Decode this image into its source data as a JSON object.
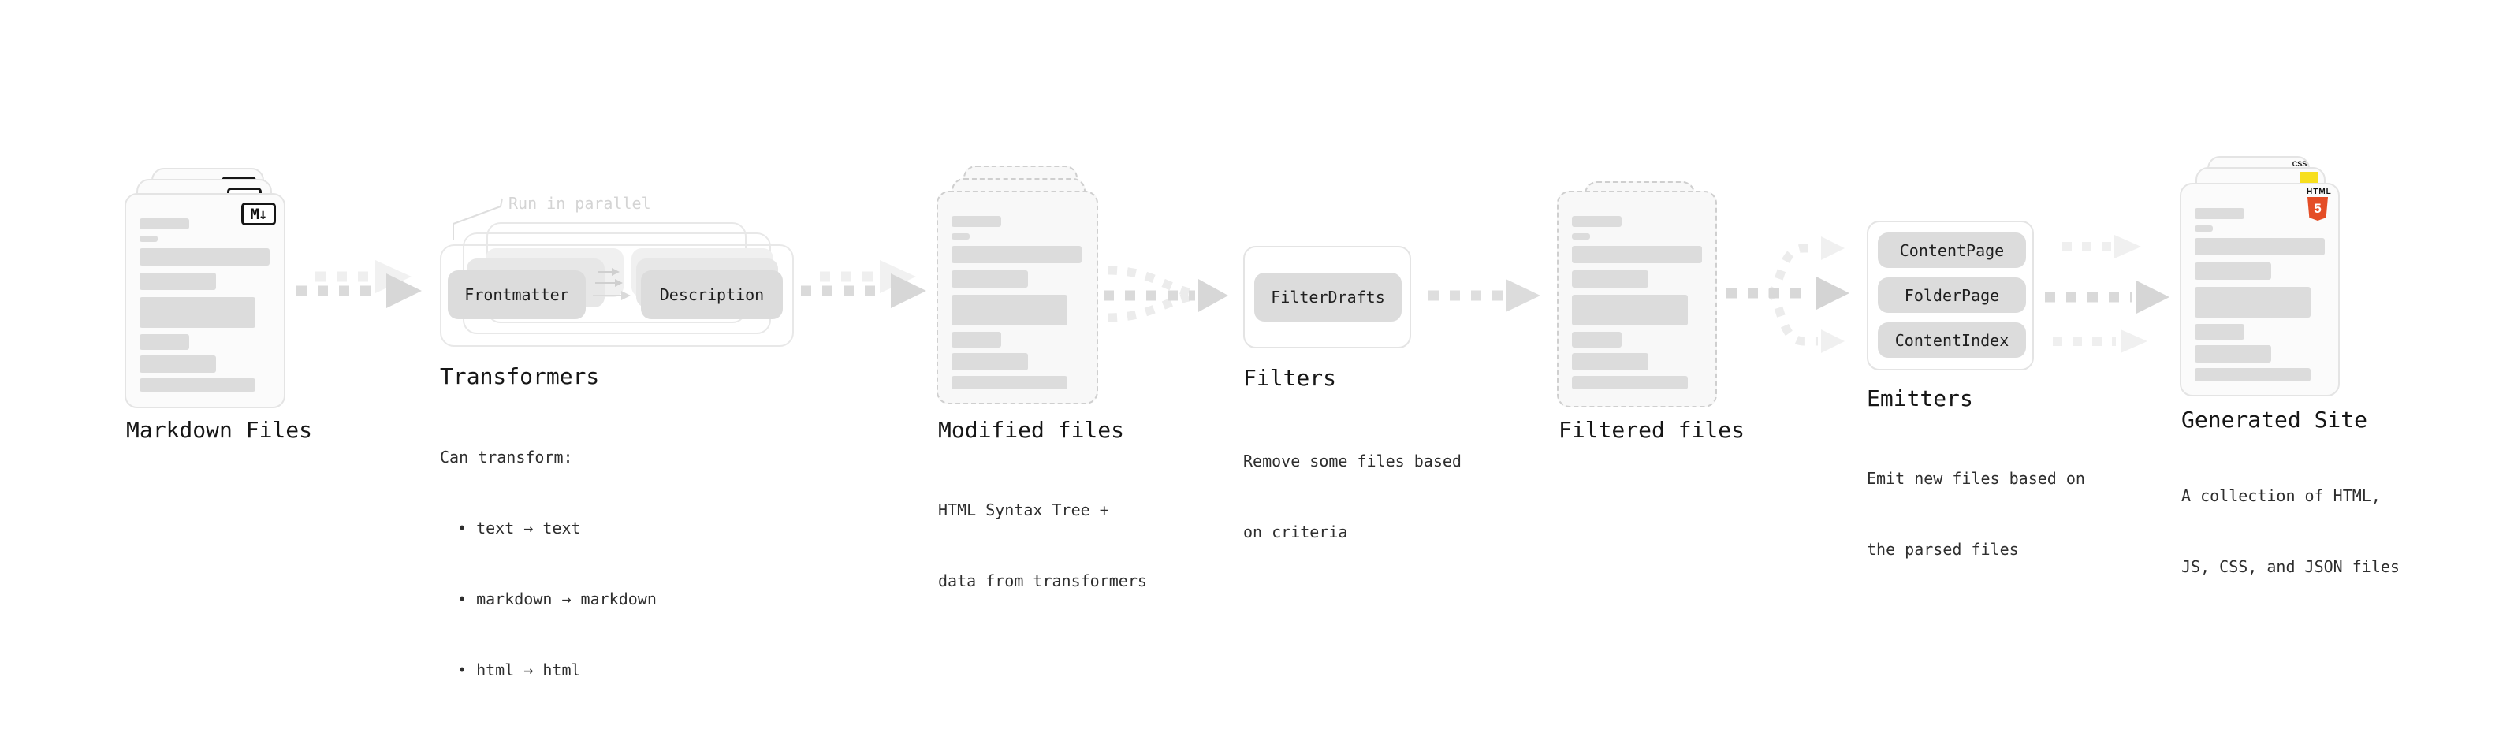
{
  "markdown": {
    "label": "Markdown Files",
    "file_icon": "M↓"
  },
  "transformers": {
    "annotation": "Run in parallel",
    "box_left": "Frontmatter",
    "box_right": "Description",
    "label": "Transformers",
    "desc_title": "Can transform:",
    "bullets": [
      "• text → text",
      "• markdown → markdown",
      "• html → html"
    ]
  },
  "modified": {
    "label": "Modified files",
    "desc1": "HTML Syntax Tree +",
    "desc2": "data from transformers"
  },
  "filters": {
    "box": "FilterDrafts",
    "label": "Filters",
    "desc1": "Remove some files based",
    "desc2": "on criteria"
  },
  "filtered": {
    "label": "Filtered files"
  },
  "emitters": {
    "boxes": [
      "ContentPage",
      "FolderPage",
      "ContentIndex"
    ],
    "label": "Emitters",
    "desc1": "Emit new files based on",
    "desc2": "the parsed files"
  },
  "generated": {
    "label": "Generated Site",
    "desc1": "A collection of HTML,",
    "desc2": "JS, CSS, and JSON files",
    "css_icon_label": "CSS",
    "html_icon_label": "HTML",
    "html_icon_number": "5",
    "html_icon_color": "#e44d26",
    "js_icon_color": "#f7df1e",
    "css_icon_color": "#2d63ed"
  }
}
